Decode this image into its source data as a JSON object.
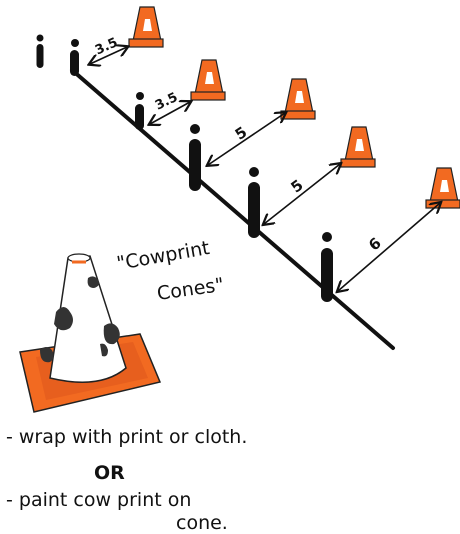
{
  "colors": {
    "ink": "#111111",
    "cone": "#f26a21",
    "cone_shadow": "#d9531a",
    "paper": "#ffffff"
  },
  "distances": [
    {
      "label": "3.5"
    },
    {
      "label": "3.5"
    },
    {
      "label": "5"
    },
    {
      "label": "5"
    },
    {
      "label": "6"
    }
  ],
  "cowprint_caption": {
    "line1": "\"Cowprint",
    "line2": "Cones\""
  },
  "notes": {
    "line1": "- wrap with print or cloth.",
    "line2": "OR",
    "line3": "- paint cow print on",
    "line4": "cone."
  },
  "icons": [
    "player-icon",
    "traffic-cone-icon",
    "cowprint-cone-icon",
    "double-arrow-icon"
  ]
}
